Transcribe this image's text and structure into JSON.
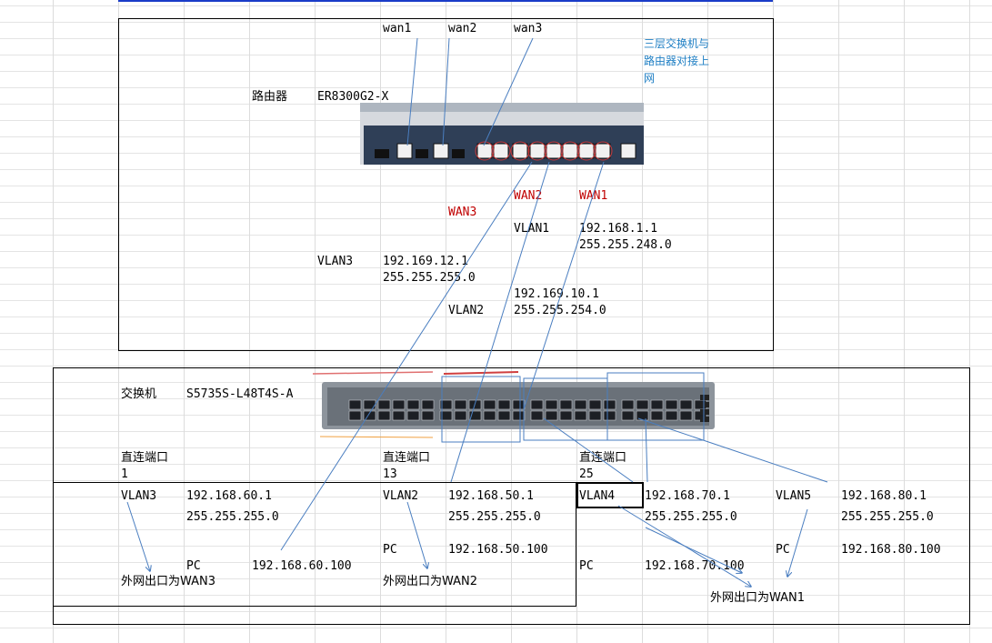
{
  "router": {
    "label": "路由器",
    "model": "ER8300G2-X",
    "wan_ports": [
      "wan1",
      "wan2",
      "wan3"
    ],
    "note": "三层交换机与路由器对接上网",
    "wan_markers": [
      "WAN2",
      "WAN1",
      "WAN3"
    ],
    "vlan1": {
      "name": "VLAN1",
      "ip": "192.168.1.1",
      "mask": "255.255.248.0"
    },
    "vlan3": {
      "name": "VLAN3",
      "ip": "192.169.12.1",
      "mask": "255.255.255.0"
    },
    "vlan2": {
      "name": "VLAN2",
      "ip": "192.169.10.1",
      "mask": "255.255.254.0"
    }
  },
  "switch": {
    "label": "交换机",
    "model": "S5735S-L48T4S-A",
    "ports": [
      {
        "label": "直连端口",
        "num": "1"
      },
      {
        "label": "直连端口",
        "num": "13"
      },
      {
        "label": "直连端口",
        "num": "25"
      }
    ]
  },
  "vlans": [
    {
      "name": "VLAN3",
      "ip": "192.168.60.1",
      "mask": "255.255.255.0",
      "pc_label": "PC",
      "pc_ip": "192.168.60.100",
      "exit": "外网出口为WAN3"
    },
    {
      "name": "VLAN2",
      "ip": "192.168.50.1",
      "mask": "255.255.255.0",
      "pc_label": "PC",
      "pc_ip": "192.168.50.100",
      "exit": "外网出口为WAN2"
    },
    {
      "name": "VLAN4",
      "ip": "192.168.70.1",
      "mask": "255.255.255.0",
      "pc_label": "PC",
      "pc_ip": "192.168.70.100"
    },
    {
      "name": "VLAN5",
      "ip": "192.168.80.1",
      "mask": "255.255.255.0",
      "pc_label": "PC",
      "pc_ip": "192.168.80.100",
      "exit": "外网出口为WAN1"
    }
  ],
  "colors": {
    "line": "#4a7ec0",
    "wan_text": "#c00000",
    "note_text": "#1f7fc4",
    "top_rule": "#1a3cc8"
  }
}
